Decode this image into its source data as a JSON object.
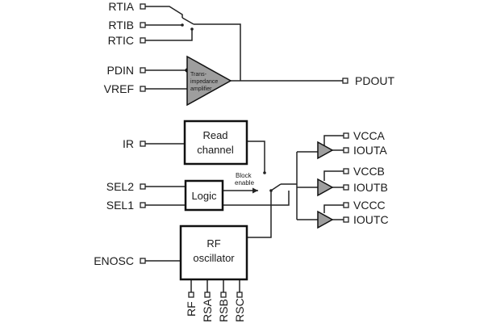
{
  "pins_left": {
    "rtia": "RTIA",
    "rtib": "RTIB",
    "rtic": "RTIC",
    "pdin": "PDIN",
    "vref": "VREF",
    "ir": "IR",
    "sel2": "SEL2",
    "sel1": "SEL1",
    "enosc": "ENOSC"
  },
  "pins_right": {
    "pdout": "PDOUT",
    "vcca": "VCCA",
    "iouta": "IOUTA",
    "vccb": "VCCB",
    "ioutb": "IOUTB",
    "vccc": "VCCC",
    "ioutc": "IOUTC"
  },
  "pins_bottom": {
    "rf": "RF",
    "rsa": "RSA",
    "rsb": "RSB",
    "rsc": "RSC"
  },
  "blocks": {
    "tia_line1": "Trans-",
    "tia_line2": "impedance",
    "tia_line3": "amplifier",
    "read_line1": "Read",
    "read_line2": "channel",
    "logic": "Logic",
    "osc_line1": "RF",
    "osc_line2": "oscillator"
  },
  "annotations": {
    "block_line1": "Block",
    "block_line2": "enable"
  }
}
